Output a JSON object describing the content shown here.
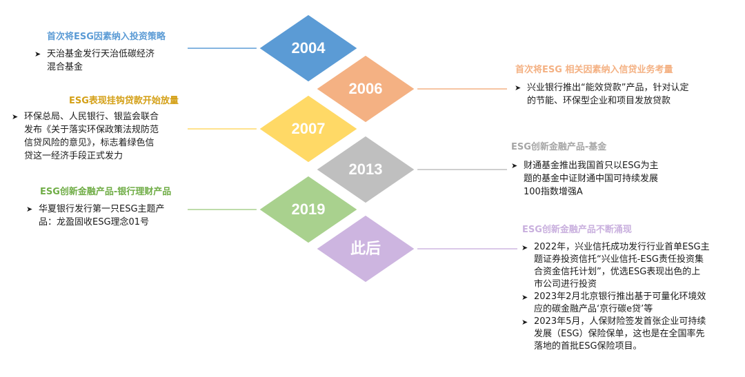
{
  "colors": {
    "2004": "#5b9bd5",
    "2006": "#f4b183",
    "2007": "#ffd966",
    "2013": "#bfbfbf",
    "2019": "#a9d18e",
    "later": "#cdb5e0",
    "heading_2004": "#5b9bd5",
    "heading_2006": "#f4b183",
    "heading_2007": "#d4a017",
    "heading_2013": "#a6a6a6",
    "heading_2019": "#70ad47",
    "heading_later": "#c9b0de"
  },
  "bullet_icon": "arrowhead-bullet",
  "milestones": [
    {
      "year": "2004",
      "heading": "首次将ESG因素纳入投资策略",
      "bullets": [
        "天治基金发行天治低碳经济\n混合基金"
      ]
    },
    {
      "year": "2006",
      "heading": "首次将ESG 相关因素纳入信贷业务考量",
      "bullets": [
        "兴业银行推出“能效贷款”产品，针对认定\n的节能、环保型企业和项目发放贷款"
      ]
    },
    {
      "year": "2007",
      "heading": "ESG表现挂钩贷款开始放量",
      "bullets": [
        "环保总局、人民银行、银监会联合\n发布《关于落实环保政策法规防范\n信贷风险的意见》，标志着绿色信\n贷这一经济手段正式发力"
      ]
    },
    {
      "year": "2013",
      "heading": "ESG创新金融产品-基金",
      "bullets": [
        "财通基金推出我国首只以ESG为主\n题的基金中证财通中国可持续发展\n100指数增强A"
      ]
    },
    {
      "year": "2019",
      "heading": "ESG创新金融产品-银行理财产品",
      "bullets": [
        "华夏银行发行第一只ESG主题产\n品：龙盈固收ESG理念01号"
      ]
    },
    {
      "year": "此后",
      "heading": "ESG创新金融产品不断涌现",
      "bullets": [
        "2022年，兴业信托成功发行行业首单ESG主\n题证券投资信托“兴业信托-ESG责任投资集\n合资金信托计划”，优选ESG表现出色的上\n市公司进行投资",
        "2023年2月北京银行推出基于可量化环境效\n应的碳金融产品‘京行碳e贷’等",
        "2023年5月，人保财险签发首张企业可持续\n发展（ESG）保险保单，这也是在全国率先\n落地的首批ESG保险项目。"
      ]
    }
  ]
}
